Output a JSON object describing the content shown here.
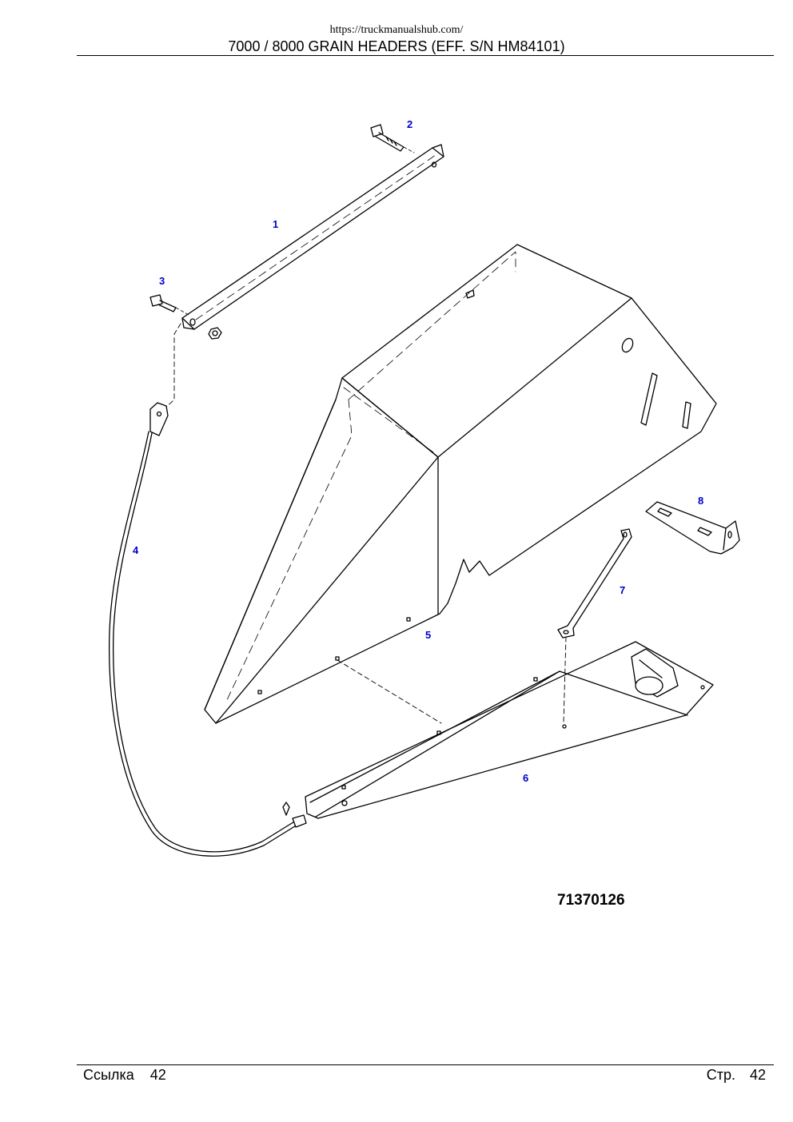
{
  "header": {
    "url": "https://truckmanualshub.com/",
    "title": "7000 / 8000 GRAIN HEADERS (EFF. S/N HM84101)"
  },
  "figure": {
    "callouts": [
      "1",
      "2",
      "3",
      "4",
      "5",
      "6",
      "7",
      "8"
    ],
    "figure_id": "71370126"
  },
  "footer": {
    "left_label": "Ссылка",
    "left_number": "42",
    "right_label": "Стр.",
    "right_number": "42"
  }
}
